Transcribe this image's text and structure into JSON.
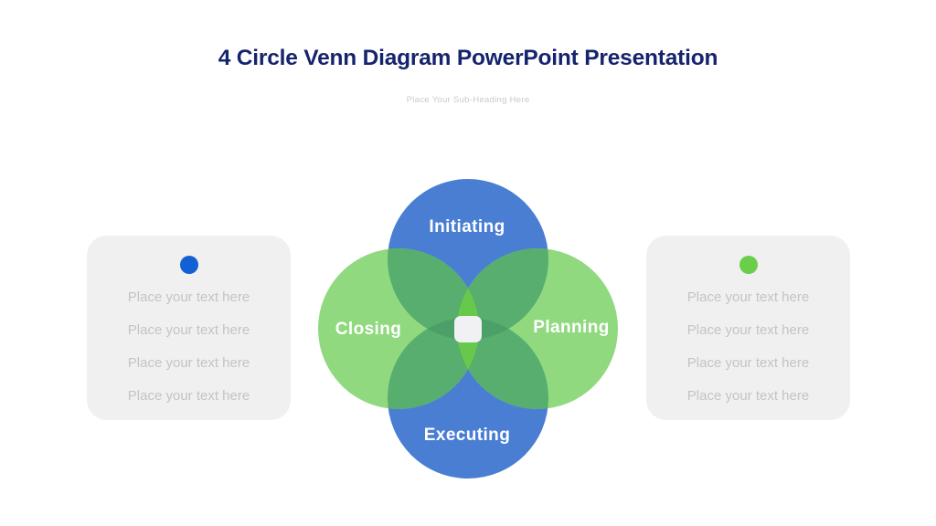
{
  "slide": {
    "title": "4 Circle Venn Diagram PowerPoint Presentation",
    "subtitle": "Place Your Sub-Heading Here",
    "background_color": "#FFFFFF",
    "title_color": "#15246D",
    "subtitle_color": "#C7CAD1"
  },
  "venn": {
    "type": "venn-4-circle",
    "circles": [
      {
        "id": "top",
        "label": "Initiating",
        "color": "#4A7ED3"
      },
      {
        "id": "right",
        "label": "Planning",
        "color": "#90D97F"
      },
      {
        "id": "bottom",
        "label": "Executing",
        "color": "#4A7ED3"
      },
      {
        "id": "left",
        "label": "Closing",
        "color": "#90D97F"
      }
    ],
    "label_color": "#FFFFFF",
    "overlap_colors": {
      "blue_green": "#57AE6F",
      "blue_blue": "#4CA067",
      "green_green": "#66C94C"
    },
    "center_color": "#F1F1F4"
  },
  "left_panel": {
    "bullet_color": "#1261D4",
    "background_color": "#F0F0F1",
    "text_color": "#C4C4C4",
    "lines": [
      "Place your text here",
      "Place your text here",
      "Place your text here",
      "Place your text here"
    ]
  },
  "right_panel": {
    "bullet_color": "#6BCE4A",
    "background_color": "#F0F0F1",
    "text_color": "#C4C4C4",
    "lines": [
      "Place your text here",
      "Place your text here",
      "Place your text here",
      "Place your text here"
    ]
  }
}
